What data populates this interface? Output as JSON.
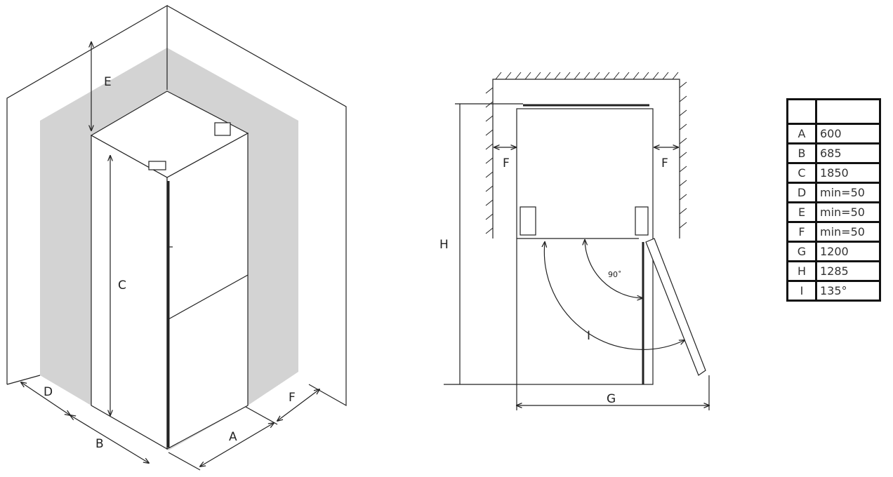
{
  "iso_view": {
    "labels": {
      "A": "A",
      "B": "B",
      "C": "C",
      "D": "D",
      "E": "E",
      "F": "F"
    }
  },
  "plan_view": {
    "labels": {
      "F_left": "F",
      "F_right": "F",
      "G": "G",
      "H": "H",
      "I": "I",
      "angle": "90˚"
    }
  },
  "dimension_table": {
    "header": [
      "",
      ""
    ],
    "rows": [
      {
        "key": "A",
        "value": "600"
      },
      {
        "key": "B",
        "value": "685"
      },
      {
        "key": "C",
        "value": "1850"
      },
      {
        "key": "D",
        "value": "min=50"
      },
      {
        "key": "E",
        "value": "min=50"
      },
      {
        "key": "F",
        "value": "min=50"
      },
      {
        "key": "G",
        "value": "1200"
      },
      {
        "key": "H",
        "value": "1285"
      },
      {
        "key": "I",
        "value": "135°"
      }
    ]
  }
}
